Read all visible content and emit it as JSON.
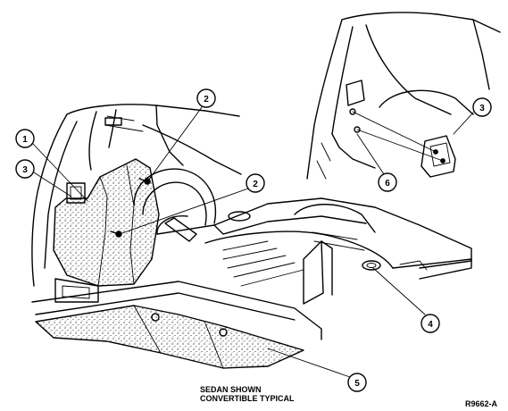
{
  "callouts": [
    {
      "label": "1"
    },
    {
      "label": "2"
    },
    {
      "label": "2"
    },
    {
      "label": "3"
    },
    {
      "label": "3"
    },
    {
      "label": "4"
    },
    {
      "label": "5"
    },
    {
      "label": "6"
    }
  ],
  "caption": {
    "line1": "SEDAN SHOWN",
    "line2": "CONVERTIBLE TYPICAL"
  },
  "figure_id": "R9662-A",
  "colors": {
    "ink": "#000000",
    "background": "#ffffff"
  }
}
